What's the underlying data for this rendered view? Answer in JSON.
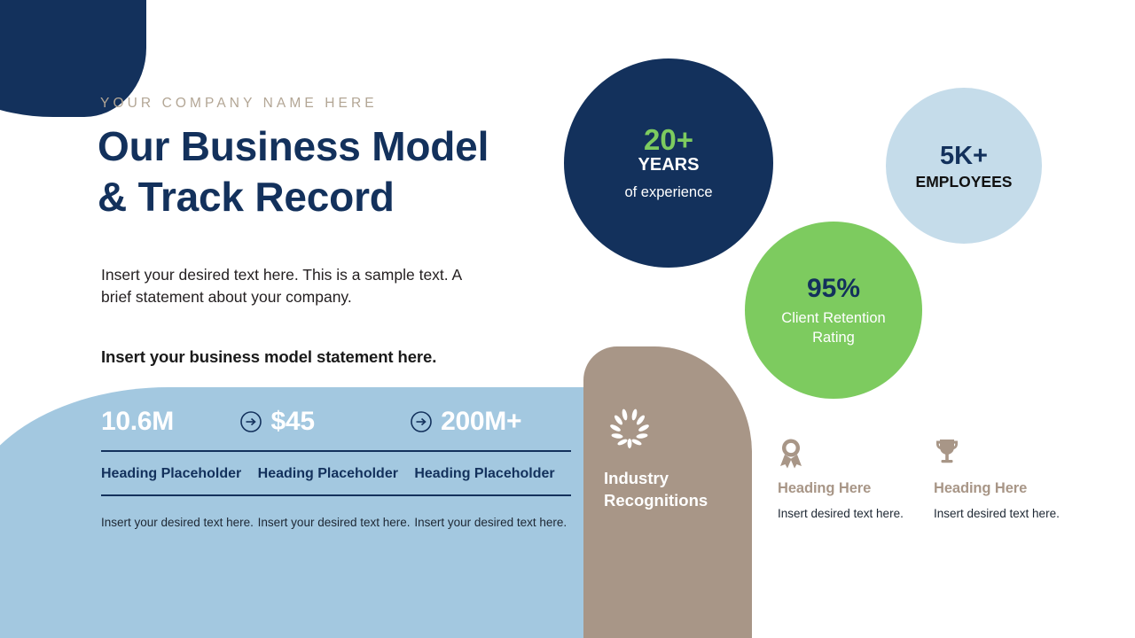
{
  "slide": {
    "eyebrow": "YOUR COMPANY NAME HERE",
    "headline_line1": "Our Business Model",
    "headline_line2": "& Track Record",
    "body_copy": "Insert your desired text here. This is a sample text. A brief statement about your company.",
    "statement": "Insert your business model statement here."
  },
  "stats_panel": {
    "columns": [
      {
        "value": "10.6M",
        "heading": "Heading Placeholder",
        "description": "Insert your desired text here."
      },
      {
        "value": "$45",
        "heading": "Heading Placeholder",
        "description": "Insert your desired text here."
      },
      {
        "value": "200M+",
        "heading": "Heading Placeholder",
        "description": "Insert your desired text here."
      }
    ],
    "separator_icon": "circle-arrow-right-icon"
  },
  "recognitions_panel": {
    "icon": "laurel-wreath-icon",
    "title": "Industry Recognitions"
  },
  "circles": [
    {
      "id": "years-circle",
      "big": "20+",
      "mid": "YEARS",
      "sub": "of experience"
    },
    {
      "id": "employees-circle",
      "big": "5K+",
      "sub": "EMPLOYEES"
    },
    {
      "id": "retention-circle",
      "big": "95%",
      "sub": "Client Retention Rating"
    }
  ],
  "awards": [
    {
      "icon": "award-medal-icon",
      "heading": "Heading Here",
      "description": "Insert desired text here."
    },
    {
      "icon": "trophy-icon",
      "heading": "Heading Here",
      "description": "Insert desired text here."
    }
  ],
  "colors": {
    "navy": "#13315C",
    "light_blue_panel": "#A3C8E0",
    "pale_blue_circle": "#C5DCEA",
    "green": "#7DCB5F",
    "taupe": "#A89687",
    "eyebrow_taupe": "#B3A695"
  }
}
